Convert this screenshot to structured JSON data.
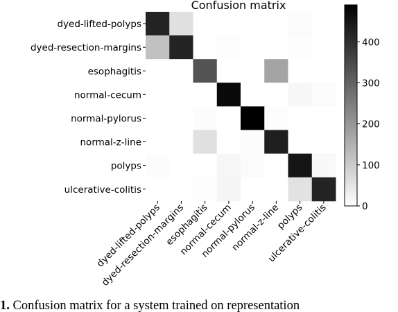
{
  "chart_data": {
    "type": "heatmap",
    "title": "Confusion matrix",
    "rows": [
      "dyed-lifted-polyps",
      "dyed-resection-margins",
      "esophagitis",
      "normal-cecum",
      "normal-pylorus",
      "normal-z-line",
      "polyps",
      "ulcerative-colitis"
    ],
    "columns": [
      "dyed-lifted-polyps",
      "dyed-resection-margins",
      "esophagitis",
      "normal-cecum",
      "normal-pylorus",
      "normal-z-line",
      "polyps",
      "ulcerative-colitis"
    ],
    "values": [
      [
        420,
        60,
        0,
        0,
        0,
        0,
        8,
        0
      ],
      [
        120,
        420,
        0,
        3,
        0,
        0,
        4,
        0
      ],
      [
        0,
        0,
        330,
        0,
        0,
        175,
        0,
        0
      ],
      [
        0,
        0,
        0,
        470,
        0,
        0,
        15,
        8
      ],
      [
        0,
        0,
        6,
        0,
        490,
        4,
        0,
        0
      ],
      [
        0,
        0,
        60,
        0,
        5,
        430,
        0,
        0
      ],
      [
        5,
        0,
        0,
        18,
        8,
        0,
        450,
        12
      ],
      [
        0,
        0,
        4,
        20,
        0,
        0,
        55,
        420
      ]
    ],
    "colorbar": {
      "min": 0,
      "max": 490,
      "ticks": [
        0,
        100,
        200,
        300,
        400
      ]
    },
    "colormap": [
      "#ffffff",
      "#000000"
    ],
    "grid": false
  },
  "caption": {
    "prefix": "1.",
    "text": " Confusion matrix for a system trained on representation"
  }
}
